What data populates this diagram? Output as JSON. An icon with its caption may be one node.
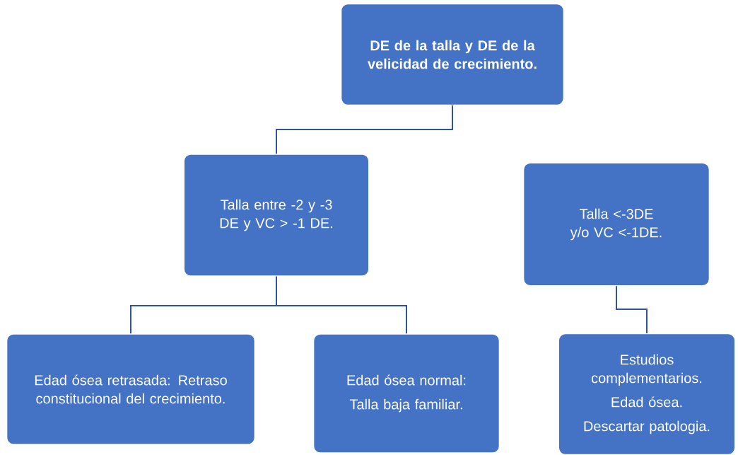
{
  "diagram": {
    "nodes": [
      {
        "text": [
          "DE de la talla  y DE de la velicidad de crecimiento."
        ]
      },
      {
        "text": [
          "Talla entre -2 y -3 DE y VC > -1 DE."
        ]
      },
      {
        "text": [
          "Talla <-3DE  y/o VC <-1DE."
        ]
      },
      {
        "text": [
          "Edad ósea retrasada: Retraso constitucional del crecimiento."
        ]
      },
      {
        "text": [
          "Edad ósea normal:",
          "Talla baja familiar."
        ]
      },
      {
        "text": [
          "Estudios complementarios.",
          "Edad ósea.",
          "Descartar patologia."
        ]
      }
    ],
    "edges": [
      {
        "from": 0,
        "to": 1,
        "arrow": "none"
      },
      {
        "from": 1,
        "to": 3,
        "arrow": "none"
      },
      {
        "from": 1,
        "to": 4,
        "arrow": "none"
      },
      {
        "from": 2,
        "to": 5,
        "arrow": "none"
      }
    ]
  }
}
